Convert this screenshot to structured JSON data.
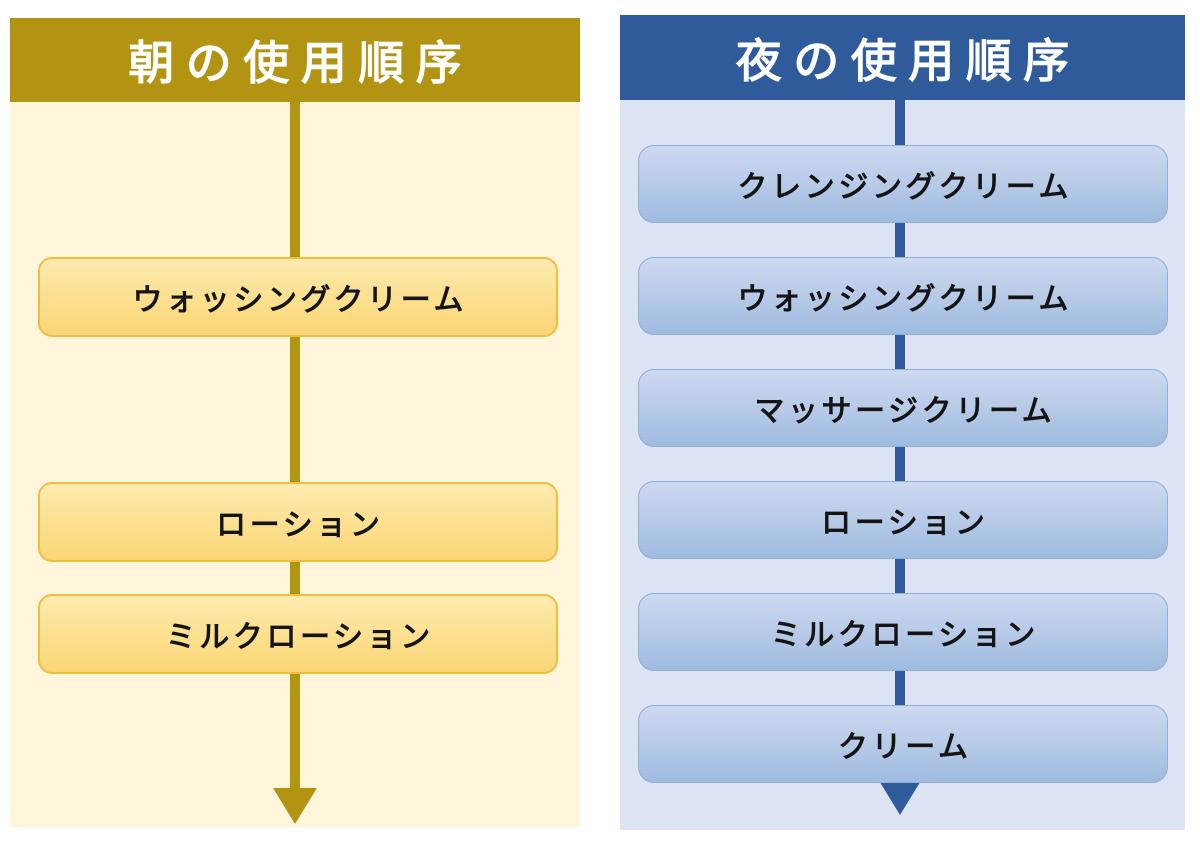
{
  "panels": {
    "morning": {
      "title": "朝の使用順序",
      "steps": [
        "ウォッシングクリーム",
        "ローション",
        "ミルクローション"
      ],
      "theme": {
        "header_bg": "#B29412",
        "body_bg": "#FEF6DA",
        "box_border": "#F0BE3F",
        "box_fill_top": "#FDEBB0",
        "box_fill_bottom": "#FBD677",
        "arrow_color": "#B29412",
        "title_color": "#FFFFFF",
        "step_text_color": "#141414"
      }
    },
    "night": {
      "title": "夜の使用順序",
      "steps": [
        "クレンジングクリーム",
        "ウォッシングクリーム",
        "マッサージクリーム",
        "ローション",
        "ミルクローション",
        "クリーム"
      ],
      "theme": {
        "header_bg": "#2F5B9B",
        "body_bg": "#DCE3F3",
        "box_border": "#8FAEDA",
        "box_fill_top": "#CCD9EF",
        "box_fill_bottom": "#9FBBE0",
        "arrow_color": "#2F5B9B",
        "title_color": "#FFFFFF",
        "step_text_color": "#141414"
      }
    }
  }
}
